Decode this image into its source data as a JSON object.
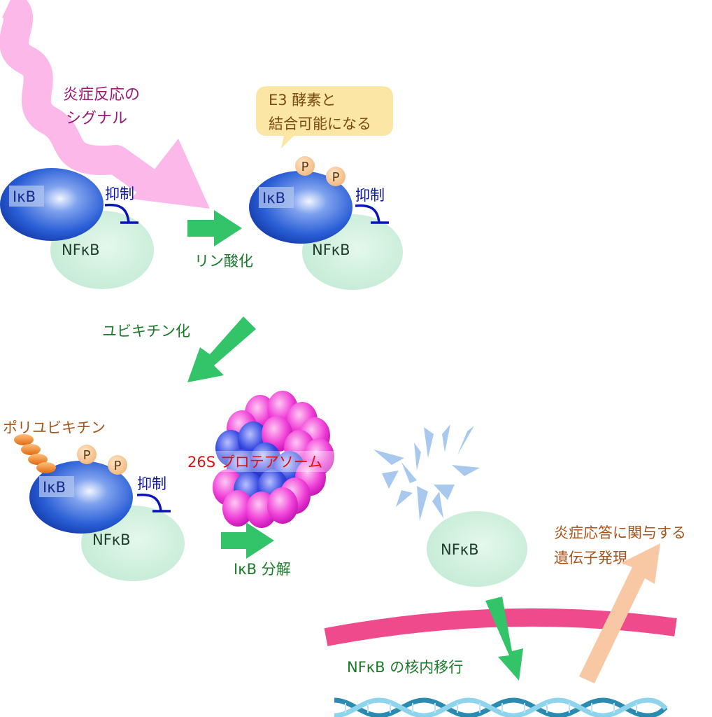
{
  "labels": {
    "signal_line1": "炎症反応の",
    "signal_line2": "シグナル",
    "e3_line1": "E3 酵素と",
    "e3_line2": "結合可能になる",
    "ikb": "IκB",
    "nfkb": "NFκB",
    "inhibition": "抑制",
    "phospho": "P",
    "phosphorylation": "リン酸化",
    "ubiquitination": "ユビキチン化",
    "polyubiquitin": "ポリユビキチン",
    "proteasome": "26S プロテアソーム",
    "degradation": "IκB 分解",
    "translocation": "NFκB の核内移行",
    "gene_line1": "炎症応答に関与する",
    "gene_line2": "遺伝子発現"
  },
  "colors": {
    "ikb_fill": "#1b4fc4",
    "nfkb_fill": "#c8efd8",
    "inhibition": "#0b14b8",
    "phospho_fill": "#f7cc9a",
    "green_arrow": "#33c46a",
    "green_text": "#1b7a2a",
    "magenta_text": "#9b1a78",
    "brown_text": "#a8551c",
    "red_text": "#e01010",
    "signal": "#fbb8e8",
    "membrane": "#ef4a8c",
    "peach_arrow": "#f8c8a4",
    "fragment": "#a8c8ee",
    "ubiquitin": "#f08a30",
    "callout": "#fbe6a6"
  }
}
